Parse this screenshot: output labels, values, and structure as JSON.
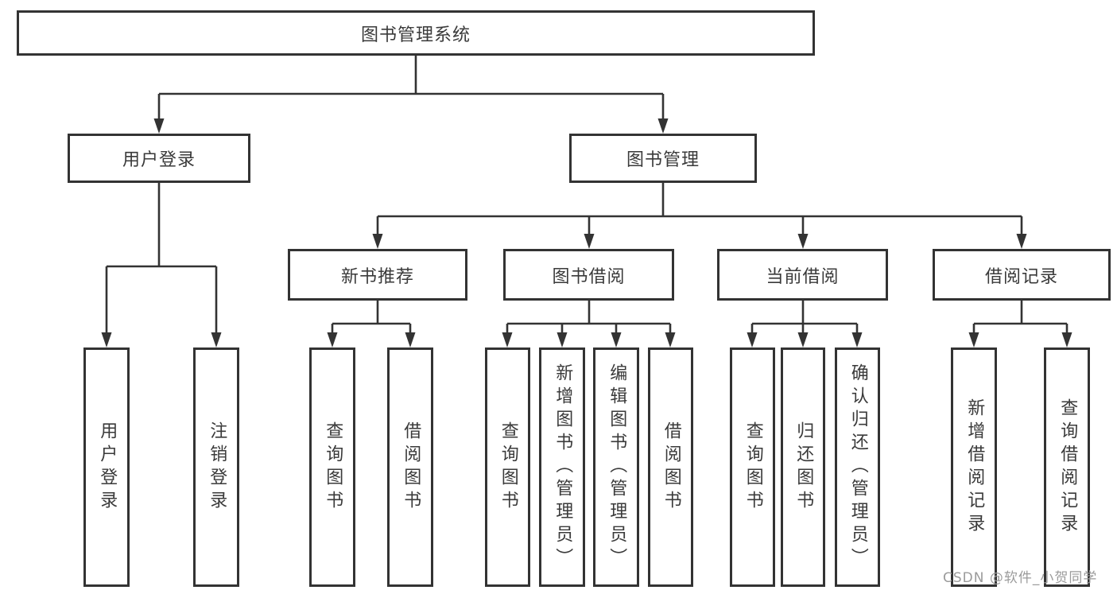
{
  "page": {
    "background": "#ffffff",
    "line_color": "#333333",
    "box_border_color": "#333333",
    "text_color": "#3a3a3a"
  },
  "tree": {
    "root": {
      "label": "图书管理系统",
      "children": [
        {
          "label": "用户登录",
          "children": [
            {
              "label": "用户登录"
            },
            {
              "label": "注销登录"
            }
          ]
        },
        {
          "label": "图书管理",
          "children": [
            {
              "label": "新书推荐",
              "children": [
                {
                  "label": "查询图书"
                },
                {
                  "label": "借阅图书"
                }
              ]
            },
            {
              "label": "图书借阅",
              "children": [
                {
                  "label": "查询图书"
                },
                {
                  "label": "新增图书（管理员）"
                },
                {
                  "label": "编辑图书（管理员）"
                },
                {
                  "label": "借阅图书"
                }
              ]
            },
            {
              "label": "当前借阅",
              "children": [
                {
                  "label": "查询图书"
                },
                {
                  "label": "归还图书"
                },
                {
                  "label": "确认归还（管理员）"
                }
              ]
            },
            {
              "label": "借阅记录",
              "children": [
                {
                  "label": "新增借阅记录"
                },
                {
                  "label": "查询借阅记录"
                }
              ]
            }
          ]
        }
      ]
    }
  },
  "watermark": {
    "text": "CSDN @软件_小贺同学",
    "color": "#9b9b9b"
  }
}
